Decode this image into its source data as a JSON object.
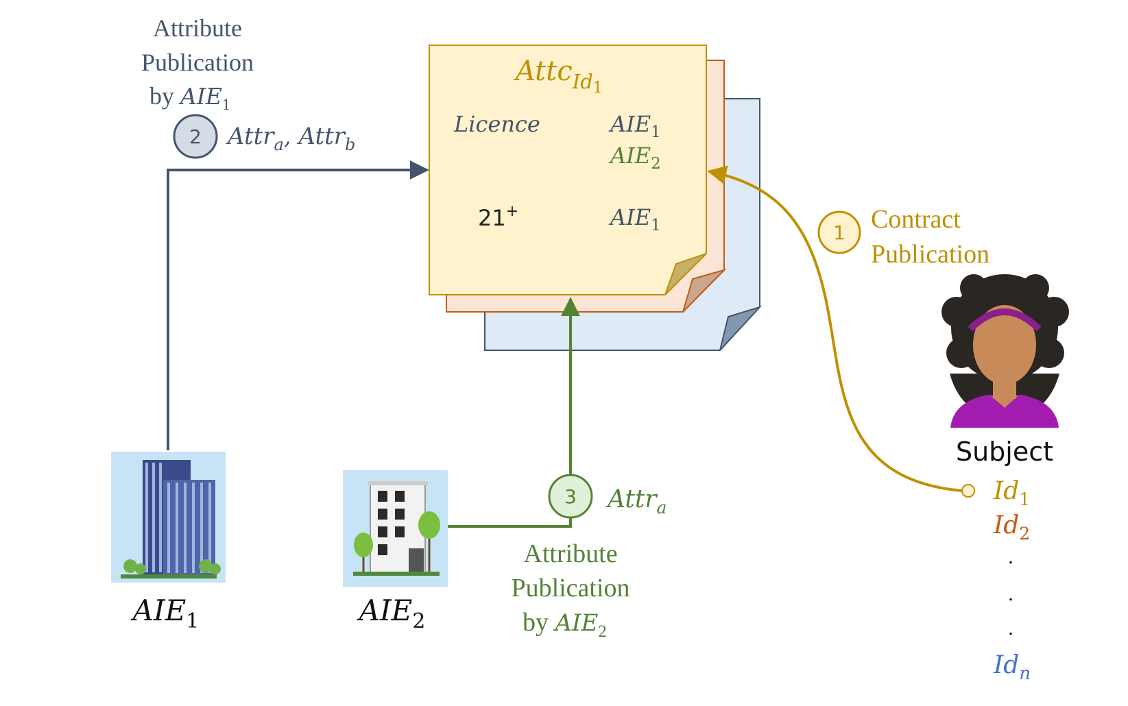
{
  "colors": {
    "dark": "#44546a",
    "gold": "#bf9000",
    "green": "#548235",
    "orange": "#c55a11",
    "blue": "#4472c4",
    "note_yellow": "#fff2cc",
    "note_orange": "#fbe5d6",
    "note_blue": "#deebf7"
  },
  "step2": {
    "caption_line1": "Attribute",
    "caption_line2": "Publication",
    "caption_by": "by ",
    "caption_entity": "AIE",
    "caption_entity_sub": "1",
    "number": "2",
    "attr1": "Attr",
    "attr1_sub": "a",
    "separator": ", ",
    "attr2": "Attr",
    "attr2_sub": "b"
  },
  "contract": {
    "title": "Attc",
    "title_sub": "Id",
    "title_sub_sub": "1",
    "row1_label": "Licence",
    "row1_issuer1": "AIE",
    "row1_issuer1_sub": "1",
    "row1_issuer2": "AIE",
    "row1_issuer2_sub": "2",
    "row2_label": "21",
    "row2_label_sup": "+",
    "row2_issuer": "AIE",
    "row2_issuer_sub": "1"
  },
  "step1": {
    "number": "1",
    "caption_line1": "Contract",
    "caption_line2": "Publication"
  },
  "subject": {
    "label": "Subject",
    "ids": [
      {
        "name": "Id",
        "sub": "1"
      },
      {
        "name": "Id",
        "sub": "2"
      },
      {
        "name": "Id",
        "sub": "n"
      }
    ],
    "dots": ".",
    "icon": "person-icon"
  },
  "aie1": {
    "name": "AIE",
    "sub": "1",
    "icon": "office-tower-icon"
  },
  "aie2": {
    "name": "AIE",
    "sub": "2",
    "icon": "apartment-building-icon"
  },
  "step3": {
    "number": "3",
    "attr": "Attr",
    "attr_sub": "a",
    "caption_line1": "Attribute",
    "caption_line2": "Publication",
    "caption_by": "by ",
    "caption_entity": "AIE",
    "caption_entity_sub": "2"
  }
}
